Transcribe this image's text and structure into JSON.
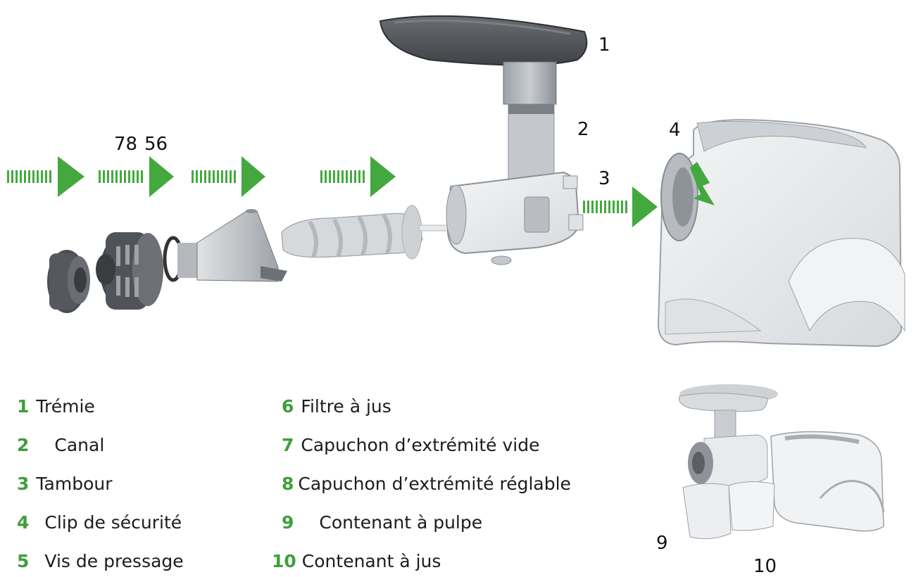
{
  "callouts": {
    "c1": "1",
    "c2": "2",
    "c3": "3",
    "c4": "4",
    "c78": "78",
    "c56": "56",
    "c9": "9",
    "c10": "10"
  },
  "legend": {
    "items": [
      {
        "num": "1",
        "label": "Trémie"
      },
      {
        "num": "2",
        "label": "Canal"
      },
      {
        "num": "3",
        "label": "Tambour"
      },
      {
        "num": "4",
        "label": "Clip de sécurité"
      },
      {
        "num": "5",
        "label": "Vis de pressage"
      },
      {
        "num": "6",
        "label": "Filtre à jus"
      },
      {
        "num": "7",
        "label": "Capuchon d’extrémité vide"
      },
      {
        "num": "8",
        "label": "Capuchon d’extrémité réglable"
      },
      {
        "num": "9",
        "label": "Contenant à pulpe"
      },
      {
        "num": "10",
        "label": "Contenant à jus"
      }
    ]
  },
  "colors": {
    "arrow_green": "#43a93e",
    "legend_number_green": "#3f9e3c",
    "part_dark": "#4a4d52",
    "part_light": "#e6e8ea"
  },
  "icons": {
    "arrows": "dotted-right-arrow"
  }
}
